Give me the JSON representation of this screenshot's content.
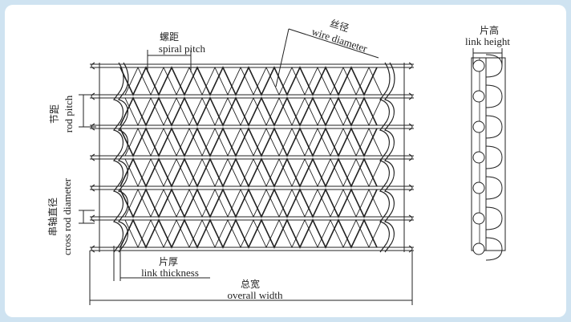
{
  "labels": {
    "spiral_pitch_cn": "螺距",
    "spiral_pitch_en": "spiral pitch",
    "wire_diameter_cn": "丝径",
    "wire_diameter_en": "wire diameter",
    "rod_pitch_cn": "节距",
    "rod_pitch_en": "rod pitch",
    "cross_rod_diameter_cn": "串轴直径",
    "cross_rod_diameter_en": "cross rod diameter",
    "link_thickness_cn": "片厚",
    "link_thickness_en": "link thickness",
    "overall_width_cn": "总宽",
    "overall_width_en": "overall width",
    "link_height_cn": "片高",
    "link_height_en": "link height"
  },
  "colors": {
    "background": "#cfe3f1",
    "panel": "#ffffff",
    "line": "#222222"
  }
}
